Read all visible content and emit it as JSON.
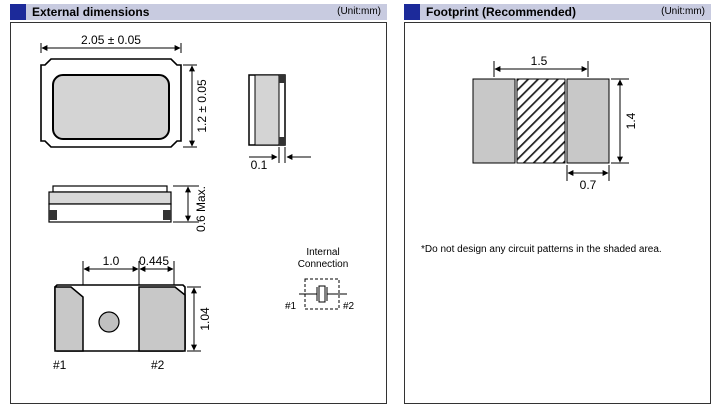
{
  "external": {
    "title": "External dimensions",
    "unit": "(Unit:mm)",
    "dim_length": "2.05 ± 0.05",
    "dim_width": "1.2 ± 0.05",
    "dim_side": "0.1",
    "dim_height": "0.6 Max.",
    "dim_pad_a": "1.0",
    "dim_pad_b": "0.445",
    "dim_pad_h": "1.04",
    "pin1": "#1",
    "pin2": "#2",
    "internal_title_1": "Internal",
    "internal_title_2": "Connection",
    "conn_pin1": "#1",
    "conn_pin2": "#2"
  },
  "footprint": {
    "title": "Footprint (Recommended)",
    "unit": "(Unit:mm)",
    "dim_span": "1.5",
    "dim_height": "1.4",
    "dim_pad_w": "0.7",
    "note": "*Do not design any circuit patterns in the shaded area."
  },
  "colors": {
    "header_bg": "#c8cbe0",
    "header_square": "#1c2a9a",
    "pad_gray": "#c8c8c8",
    "body_gray": "#d4d4d4"
  }
}
